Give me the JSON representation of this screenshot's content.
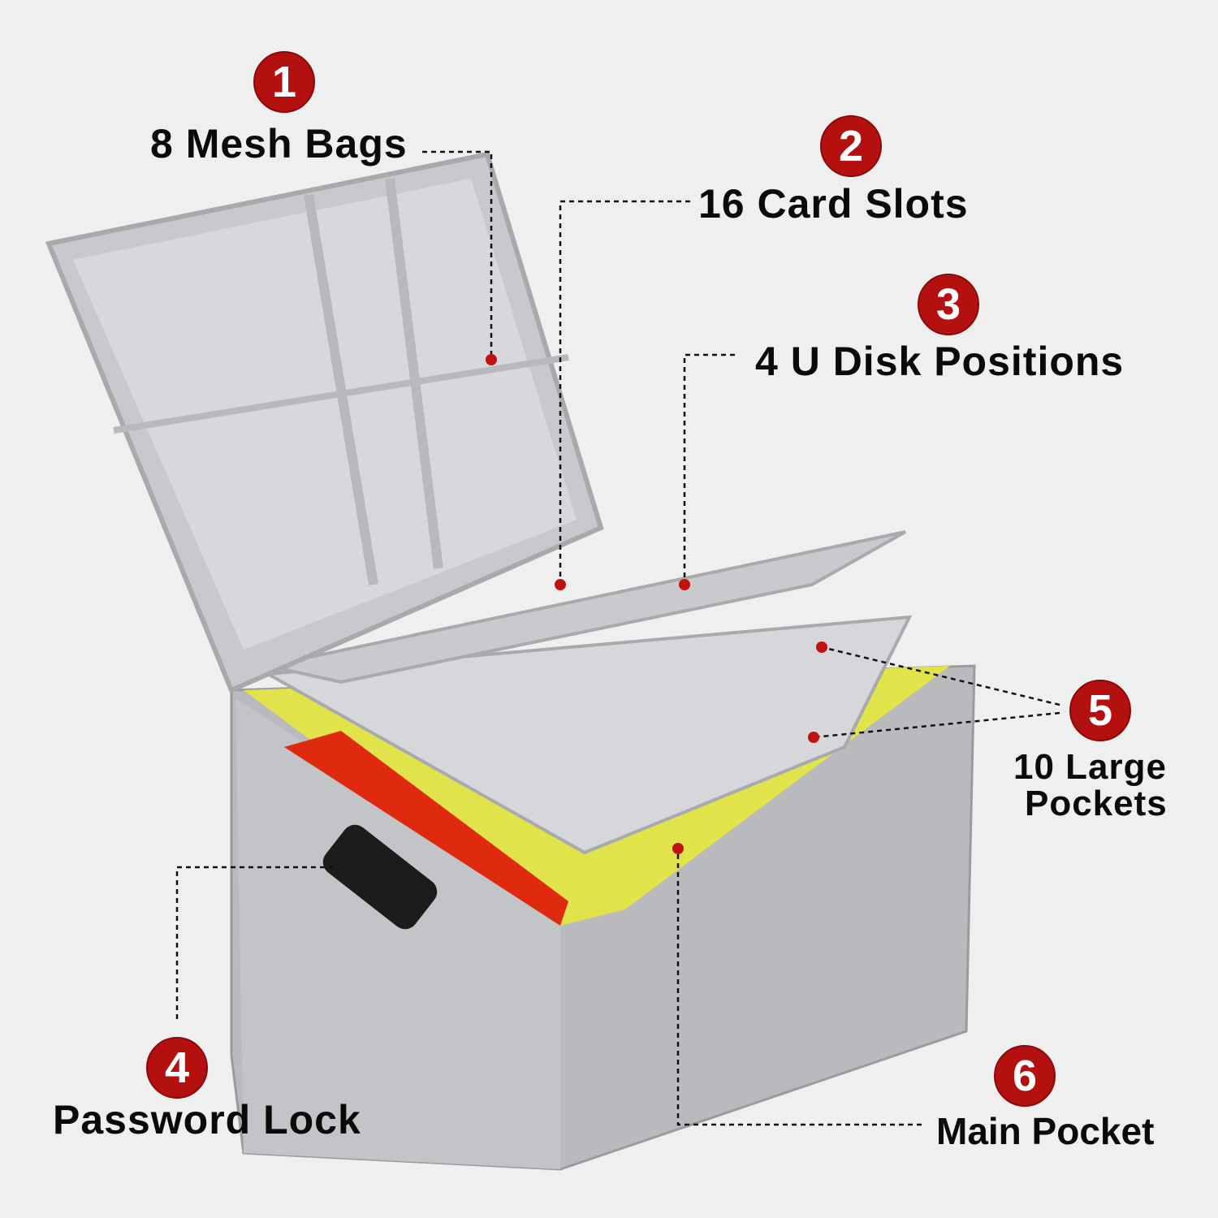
{
  "accent_color": "#b3100f",
  "callouts": [
    {
      "number": "1",
      "label": "8 Mesh Bags"
    },
    {
      "number": "2",
      "label": "16 Card Slots"
    },
    {
      "number": "3",
      "label": "4 U Disk Positions"
    },
    {
      "number": "4",
      "label": "Password Lock"
    },
    {
      "number": "5",
      "label_line1": "10 Large",
      "label_line2": "Pockets"
    },
    {
      "number": "6",
      "label": "Main Pocket"
    }
  ]
}
